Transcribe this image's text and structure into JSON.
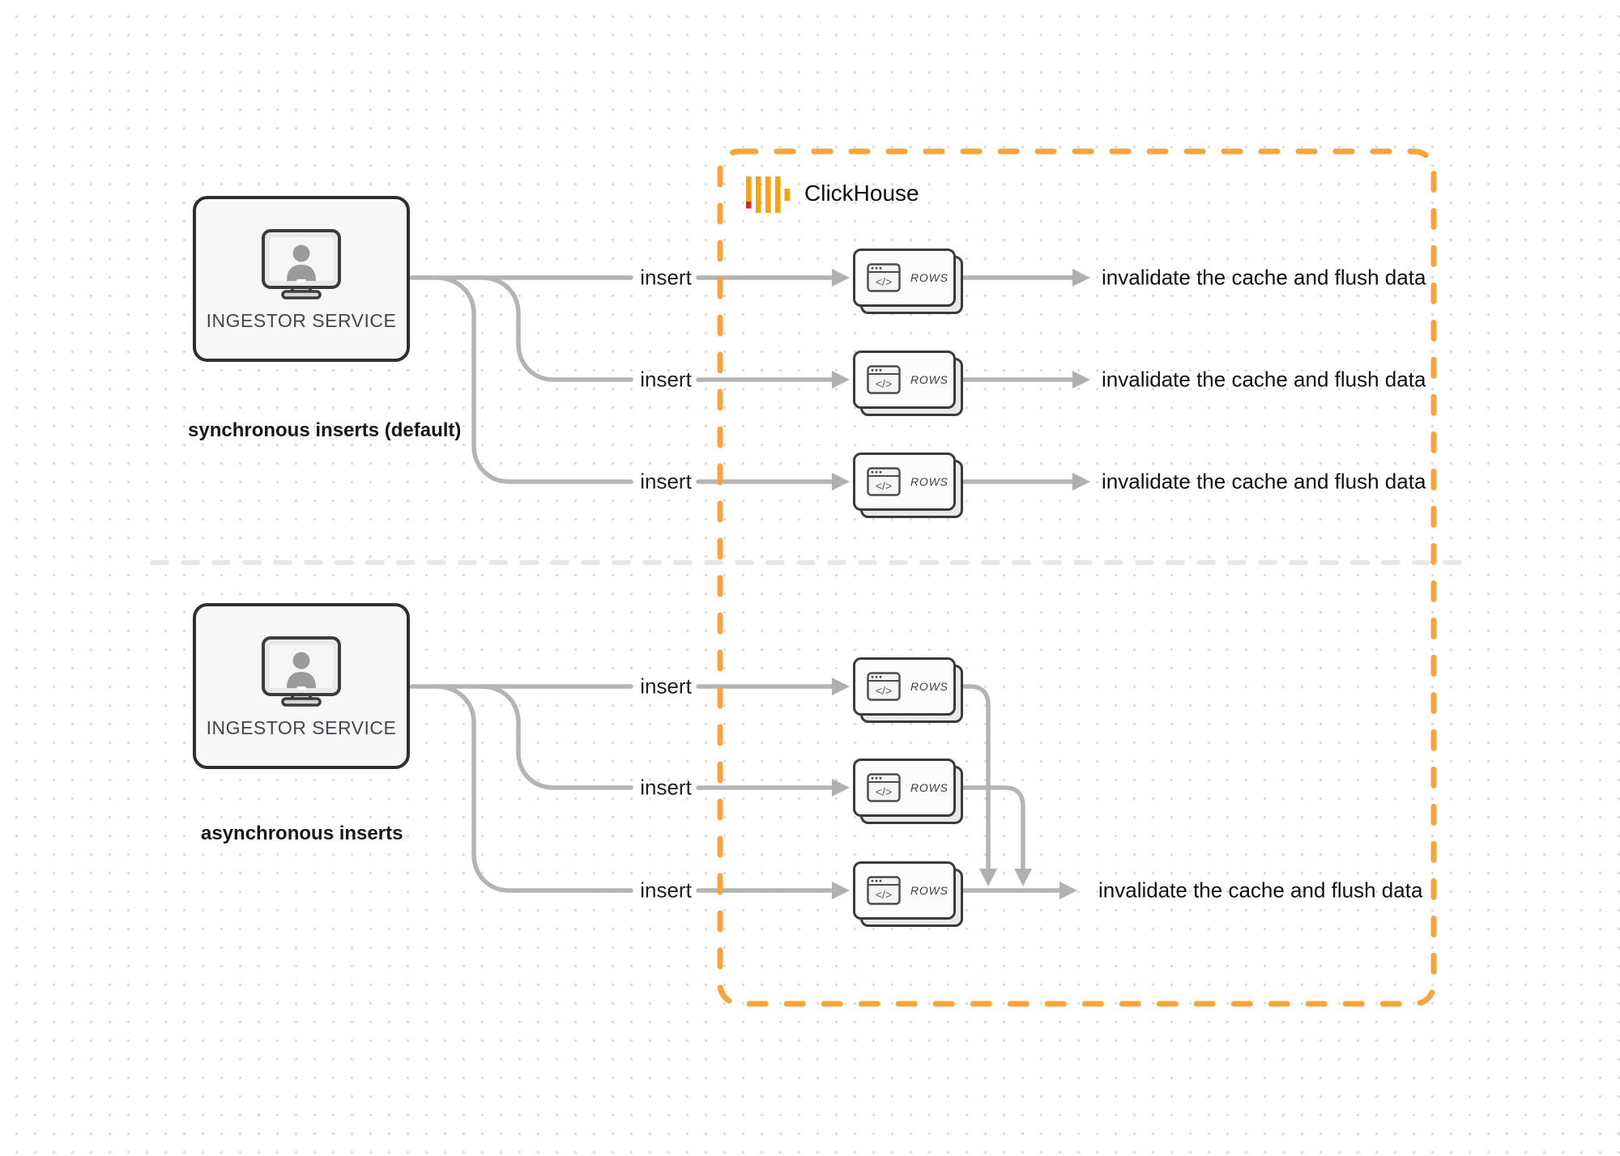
{
  "clickhouse": {
    "title": "ClickHouse"
  },
  "glyphs": {
    "code": "</>"
  },
  "sections": [
    {
      "caption": "synchronous inserts (default)",
      "source_label": "INGESTOR SERVICE",
      "rows": [
        {
          "insert_label": "insert",
          "card_label": "ROWS",
          "result_label": "invalidate the cache and flush data"
        },
        {
          "insert_label": "insert",
          "card_label": "ROWS",
          "result_label": "invalidate the cache and flush data"
        },
        {
          "insert_label": "insert",
          "card_label": "ROWS",
          "result_label": "invalidate the cache and flush data"
        }
      ]
    },
    {
      "caption": "asynchronous inserts",
      "source_label": "INGESTOR SERVICE",
      "rows": [
        {
          "insert_label": "insert",
          "card_label": "ROWS"
        },
        {
          "insert_label": "insert",
          "card_label": "ROWS"
        },
        {
          "insert_label": "insert",
          "card_label": "ROWS"
        }
      ],
      "result_label": "invalidate the cache and flush data"
    }
  ],
  "colors": {
    "wire_gray": "#b4b4b4",
    "separator_gray": "#e7e7e7",
    "box_border_dark": "#2f2f2f",
    "clickhouse_border_orange": "#f8a43d",
    "logo_amber": "#faa307",
    "logo_red": "#ec1d24",
    "background_dot": "#dadada"
  }
}
